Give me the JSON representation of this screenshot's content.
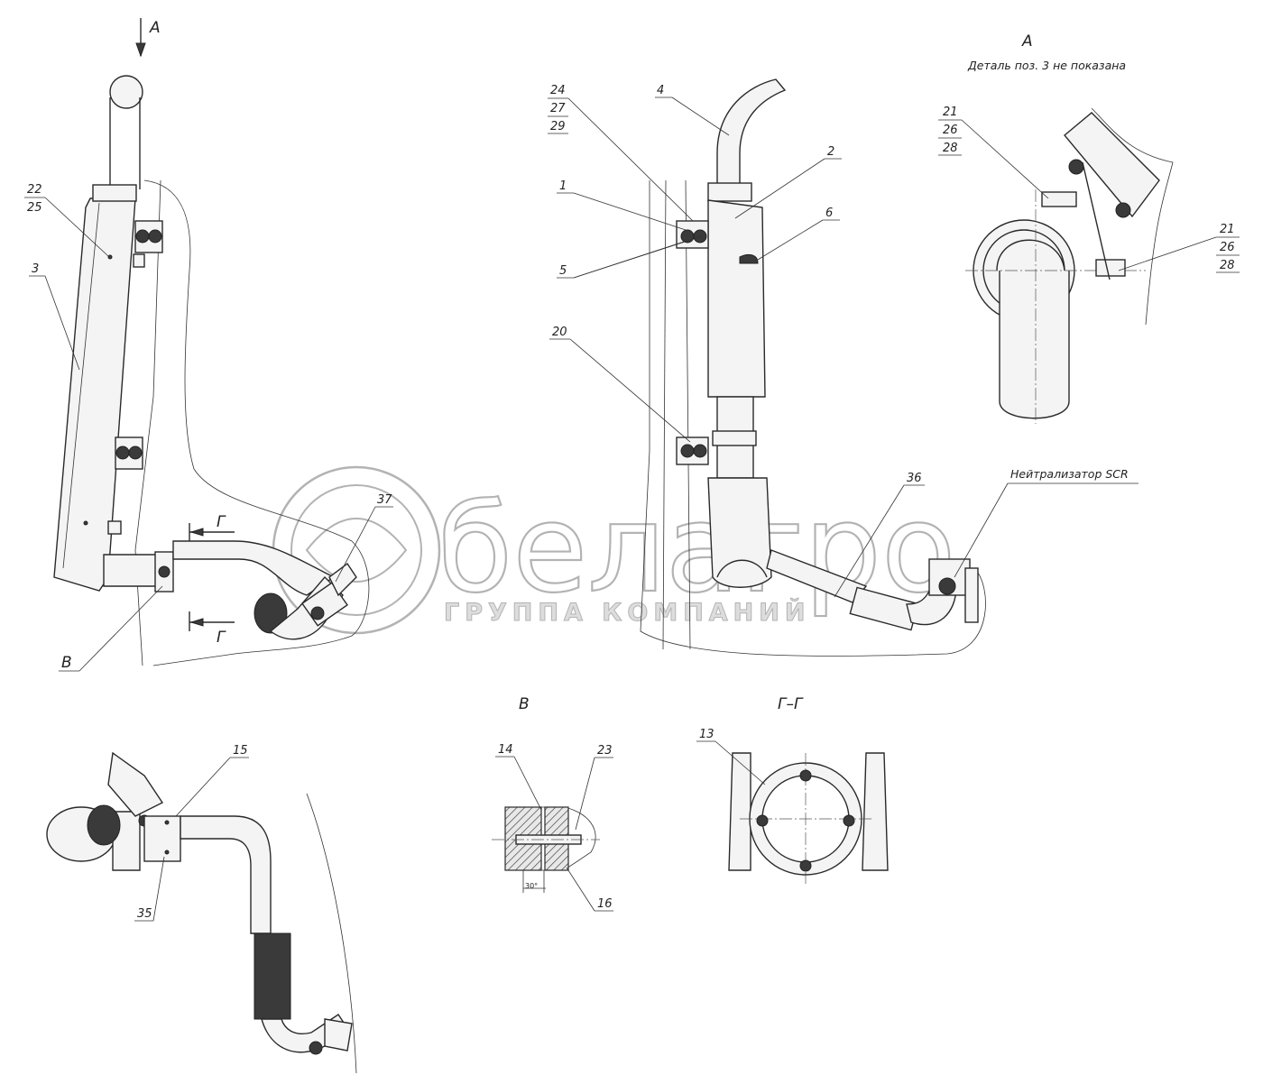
{
  "views": {
    "main_title": "А",
    "detail_a": {
      "title": "А",
      "note": "Деталь поз. 3 не показана"
    },
    "section_v": {
      "title": "В",
      "angle": "30°"
    },
    "section_g": {
      "title": "Г–Г",
      "cut_label": "Г"
    },
    "scr_label": "Нейтрализатор SCR"
  },
  "callouts": {
    "p1": "1",
    "p2": "2",
    "p3": "3",
    "p4": "4",
    "p5": "5",
    "p6": "6",
    "p13": "13",
    "p14": "14",
    "p15": "15",
    "p16": "16",
    "p20": "20",
    "p23": "23",
    "p35": "35",
    "p36": "36",
    "p37": "37",
    "f22_25": [
      "22",
      "25"
    ],
    "f24_27_29": [
      "24",
      "27",
      "29"
    ],
    "f21_26_28": [
      "21",
      "26",
      "28"
    ],
    "v_label": "В"
  },
  "watermark": {
    "brand": "белагро",
    "subtitle": "ГРУППА КОМПАНИЙ"
  }
}
